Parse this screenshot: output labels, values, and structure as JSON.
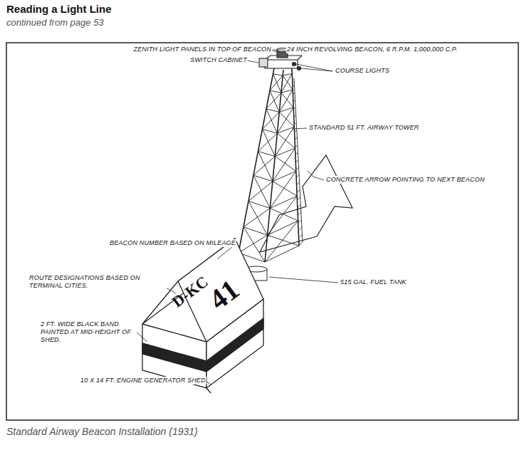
{
  "diagram": {
    "title": "Reading a Light Line",
    "caption": "Standard Airway Beacon Installation (1931)",
    "labels": [
      "ZENITH LIGHT PANELS IN TOP OF BEACON",
      "24 INCH REVOLVING BEACON, 6 R.P.M. 1,000,000 C.P.",
      "SWITCH CABINET",
      "COURSE LIGHTS",
      "STANDARD 51 FT. AIRWAY TOWER",
      "CONCRETE ARROW POINTING TO NEXT BEACON",
      "BEACON NUMBER BASED ON MILEAGE",
      "D-KC",
      "41",
      "ROUTE DESIGNATIONS BASED ON TERMINAL CITIES.",
      "515 GAL. FUEL TANK",
      "2 FT. WIDE BLACK BAND PAINTED AT MID-HEIGHT OF SHED.",
      "10 X 14 FT. ENGINE GENERATOR SHED",
      "continued from page 53"
    ]
  }
}
